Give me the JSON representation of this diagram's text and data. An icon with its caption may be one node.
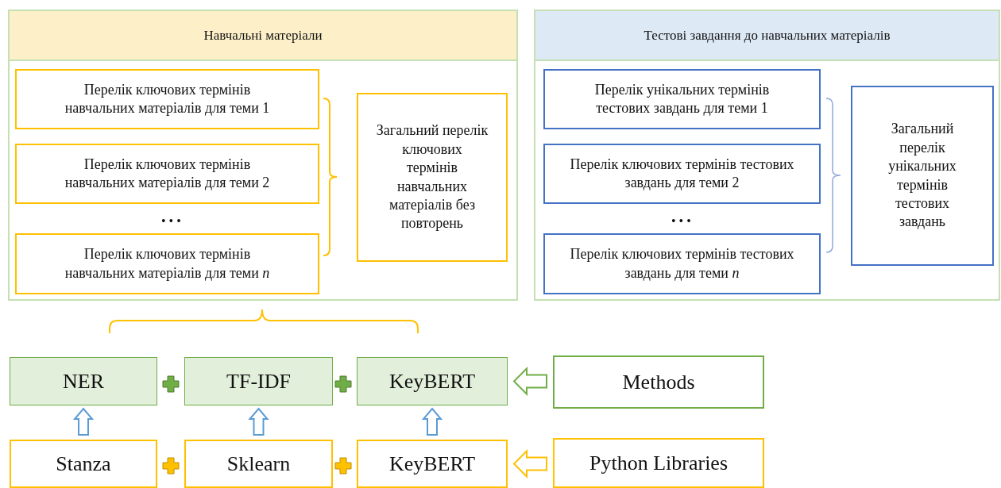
{
  "diagram": {
    "nodes": [
      {
        "text": [
          "Навчальні матеріали"
        ]
      },
      {
        "text": [
          "Перелік ключових термінів навчальних матеріалів для теми 1"
        ],
        "in": 0
      },
      {
        "text": [
          "Перелік ключових термінів навчальних матеріалів для теми 2"
        ],
        "in": 0
      },
      {
        "text": [
          "Перелік ключових термінів навчальних матеріалів для теми *n*"
        ],
        "in": 0
      },
      {
        "text": [
          "Загальний перелік ключових термінів навчальних матеріалів без повторень"
        ],
        "in": 0
      },
      {
        "text": [
          "Тестові завдання до навчальних матеріалів"
        ]
      },
      {
        "text": [
          "Перелік унікальних термінів тестових завдань для теми 1"
        ],
        "in": 5
      },
      {
        "text": [
          "Перелік ключових термінів тестових завдань для теми 2"
        ],
        "in": 5
      },
      {
        "text": [
          "Перелік ключових термінів тестових завдань для теми *n*"
        ],
        "in": 5
      },
      {
        "text": [
          "Загальний перелік унікальних термінів тестових завдань"
        ],
        "in": 5
      },
      {
        "text": [
          "NER"
        ]
      },
      {
        "text": [
          "TF-IDF"
        ]
      },
      {
        "text": [
          "KeyBERT"
        ]
      },
      {
        "text": [
          "Methods"
        ]
      },
      {
        "text": [
          "Stanza"
        ]
      },
      {
        "text": [
          "Sklearn"
        ]
      },
      {
        "text": [
          "KeyBERT"
        ]
      },
      {
        "text": [
          "Python Libraries"
        ]
      }
    ],
    "edges": [
      {
        "from": 13,
        "to": 12,
        "arrow": "to",
        "color": "#70ad47"
      },
      {
        "from": 14,
        "to": 10,
        "arrow": "to"
      },
      {
        "from": 15,
        "to": 11,
        "arrow": "to"
      },
      {
        "from": 16,
        "to": 12,
        "arrow": "to"
      },
      {
        "from": 17,
        "to": 16,
        "arrow": "to",
        "color": "#ffc000"
      }
    ],
    "labels": [
      "• • •",
      "• • •"
    ]
  }
}
